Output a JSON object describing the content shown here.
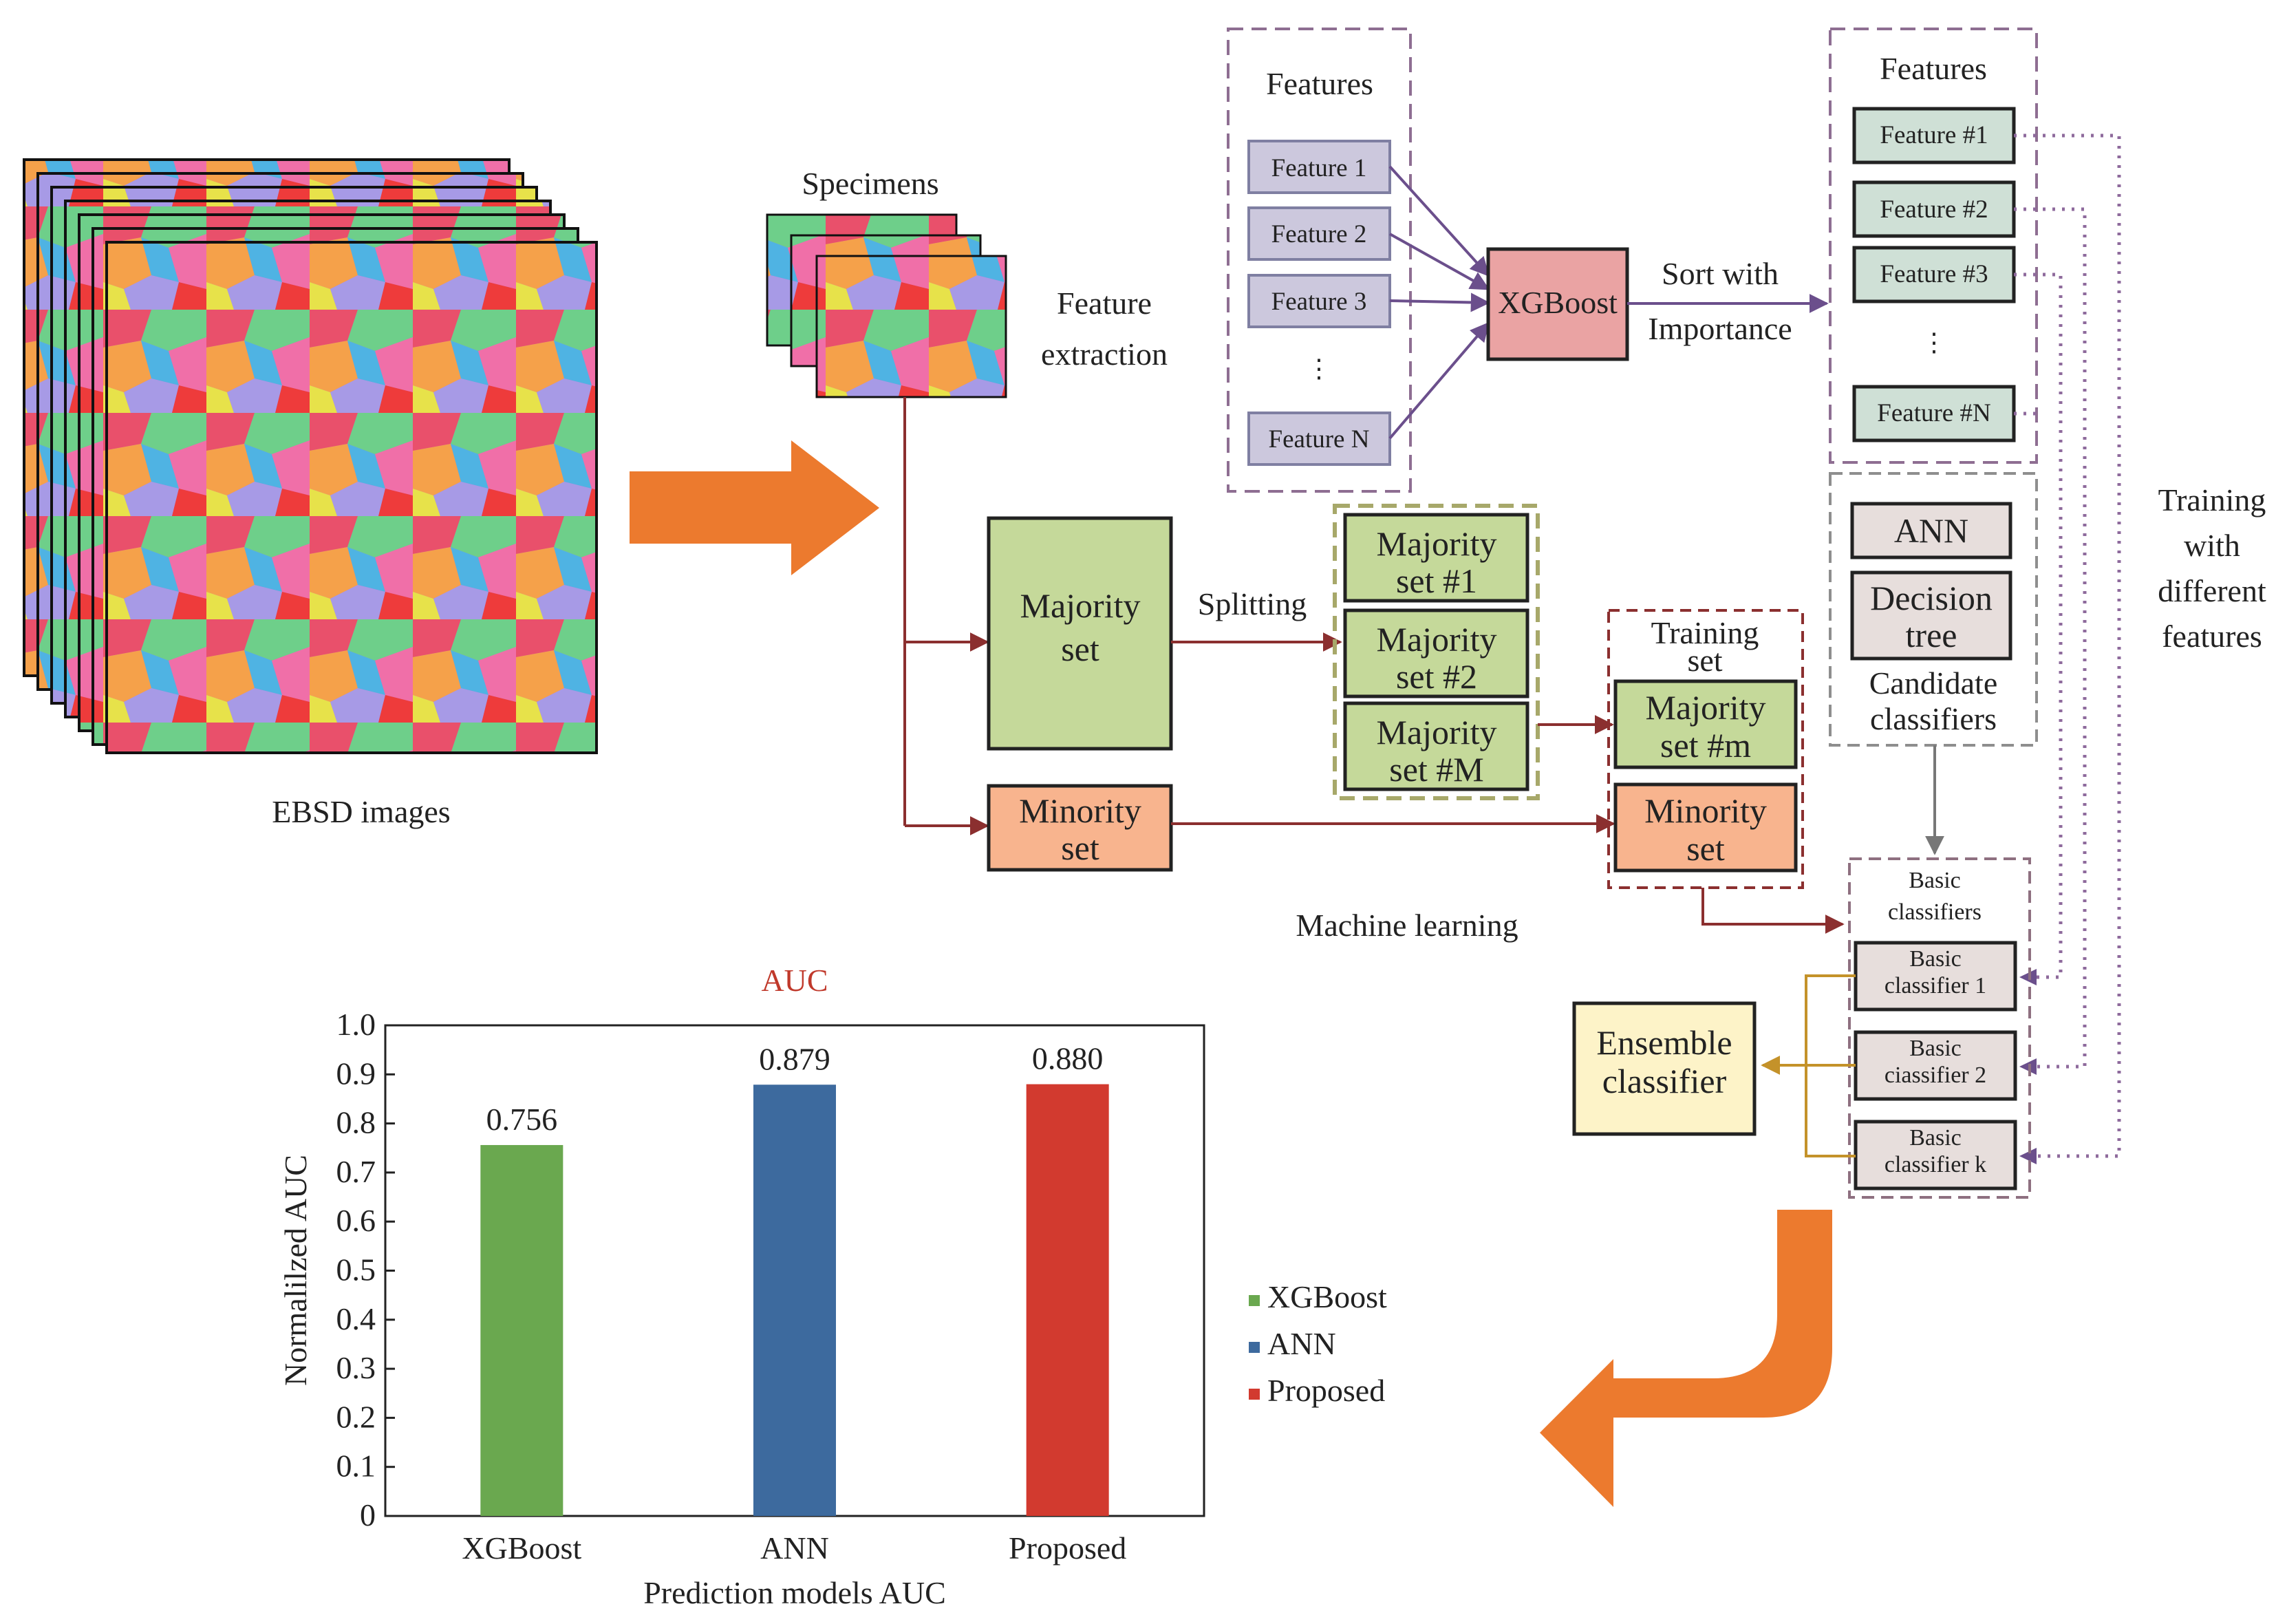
{
  "ebsd": {
    "label": "EBSD images"
  },
  "specimens": {
    "label": "Specimens"
  },
  "feature_extraction": {
    "line1": "Feature",
    "line2": "extraction"
  },
  "features_left": {
    "title": "Features",
    "items": [
      "Feature 1",
      "Feature 2",
      "Feature 3",
      "⋮",
      "Feature N"
    ]
  },
  "xgboost_box": {
    "label": "XGBoost"
  },
  "sort_label": {
    "line1": "Sort with",
    "line2": "Importance"
  },
  "features_right": {
    "title": "Features",
    "items": [
      "Feature #1",
      "Feature #2",
      "Feature #3",
      "⋮",
      "Feature #N"
    ]
  },
  "training_different": {
    "lines": [
      "Training",
      "with",
      "different",
      "features"
    ]
  },
  "majority_set": {
    "line1": "Majority",
    "line2": "set"
  },
  "minority_set": {
    "line1": "Minority",
    "line2": "set"
  },
  "splitting": {
    "label": "Splitting"
  },
  "majority_subsets": [
    {
      "line1": "Majority",
      "line2": "set #1"
    },
    {
      "line1": "Majority",
      "line2": "set #2"
    },
    {
      "line1": "Majority",
      "line2": "set #M"
    }
  ],
  "training_set": {
    "title_line1": "Training",
    "title_line2": "set",
    "majority": {
      "line1": "Majority",
      "line2": "set #m"
    },
    "minority": {
      "line1": "Minority",
      "line2": "set"
    }
  },
  "candidate": {
    "ann": "ANN",
    "tree_line1": "Decision",
    "tree_line2": "tree",
    "caption_line1": "Candidate",
    "caption_line2": "classifiers"
  },
  "basic": {
    "title_line1": "Basic",
    "title_line2": "classifiers",
    "items": [
      {
        "line1": "Basic",
        "line2": "classifier 1"
      },
      {
        "line1": "Basic",
        "line2": "ciassifier 2"
      },
      {
        "line1": "Basic",
        "line2": "classifier k"
      }
    ]
  },
  "ensemble": {
    "line1": "Ensemble",
    "line2": "classifier"
  },
  "machine_learning": {
    "label": "Machine learning"
  },
  "colors": {
    "flow_arrow": "#8b2f2f",
    "purple": "#6b4f8c",
    "orange_arrow": "#ec7a2e",
    "majority_fill": "#c5d99a",
    "minority_fill": "#f8b48e",
    "xgboost_fill": "#eaa3a3",
    "feature_left_fill": "#ccc8dd",
    "feature_right_fill": "#cfe0d6",
    "candidate_fill": "#e7dedc",
    "ensemble_fill": "#fdf3c8"
  },
  "chart_data": {
    "type": "bar",
    "title": "AUC",
    "xlabel": "Prediction models AUC",
    "ylabel": "Normalilzed AUC",
    "categories": [
      "XGBoost",
      "ANN",
      "Proposed"
    ],
    "values": [
      0.756,
      0.879,
      0.88
    ],
    "value_labels": [
      "0.756",
      "0.879",
      "0.880"
    ],
    "colors": [
      "#6aa84f",
      "#3d6a9e",
      "#d23a2f"
    ],
    "ylim": [
      0,
      1.0
    ],
    "yticks": [
      "0",
      "0.1",
      "0.2",
      "0.3",
      "0.4",
      "0.5",
      "0.6",
      "0.7",
      "0.8",
      "0.9",
      "1.0"
    ],
    "legend": [
      "XGBoost",
      "ANN",
      "Proposed"
    ],
    "grid": false
  }
}
